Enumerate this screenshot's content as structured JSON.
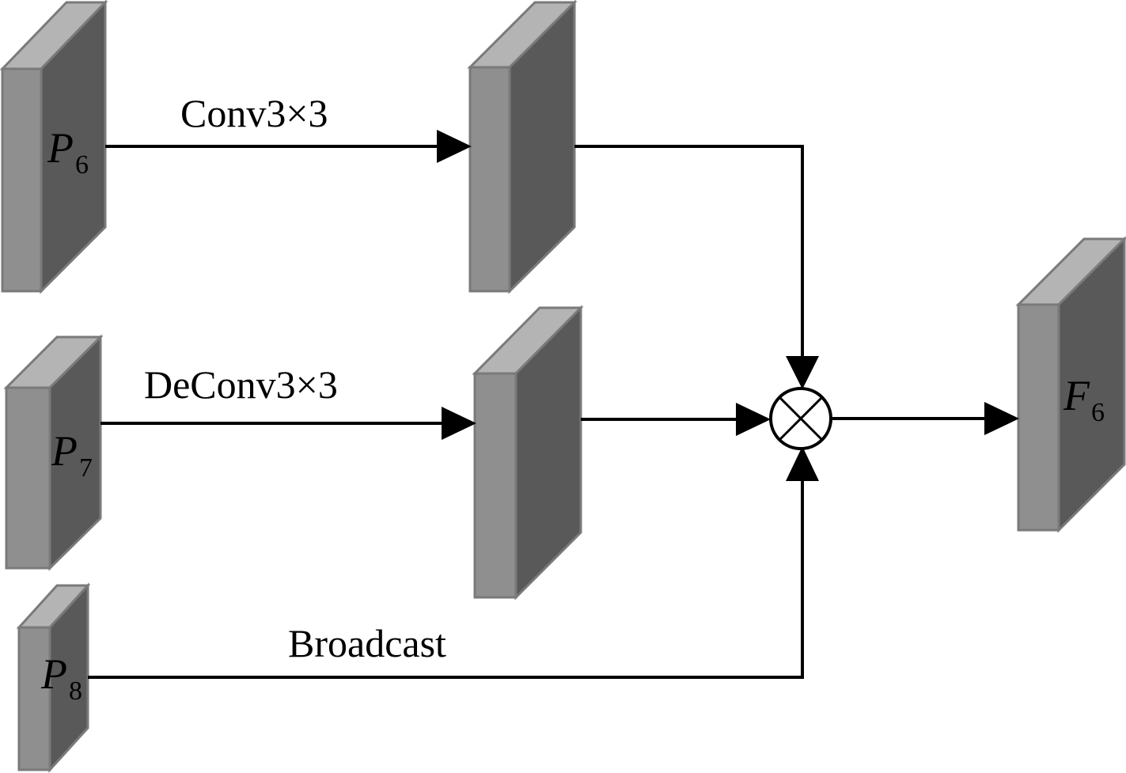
{
  "nodes": {
    "p6": {
      "name": "P",
      "sub": "6"
    },
    "p7": {
      "name": "P",
      "sub": "7"
    },
    "p8": {
      "name": "P",
      "sub": "8"
    },
    "f6": {
      "name": "F",
      "sub": "6"
    }
  },
  "edges": {
    "conv": "Conv3×3",
    "deconv": "DeConv3×3",
    "broadcast": "Broadcast"
  },
  "operator": {
    "symbol": "multiply"
  },
  "colors": {
    "front": "#8f8f8f",
    "top": "#b4b4b4",
    "side": "#595959",
    "line": "#000000"
  }
}
